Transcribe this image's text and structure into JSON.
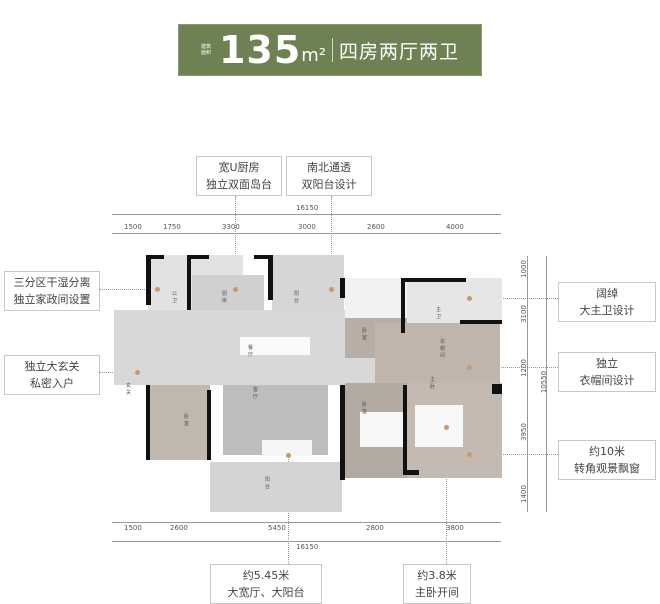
{
  "banner": {
    "area_label": "建筑面积",
    "area": "135",
    "unit": "m²",
    "layout": "四房两厅两卫"
  },
  "callouts": {
    "kitchen": [
      "宽U厨房",
      "独立双面岛台"
    ],
    "balcony_ns": [
      "南北通透",
      "双阳台设计"
    ],
    "dry_wet": [
      "三分区干湿分离",
      "独立家政间设置"
    ],
    "entry": [
      "独立大玄关",
      "私密入户"
    ],
    "master_bath": [
      "阔绰",
      "大主卫设计"
    ],
    "closet": [
      "独立",
      "衣帽间设计"
    ],
    "window": [
      "约10米",
      "转角观景飘窗"
    ],
    "living": [
      "约5.45米",
      "大宽厅、大阳台"
    ],
    "master_bed": [
      "约3.8米",
      "主卧开间"
    ]
  },
  "dimensions": {
    "top_total": "16150",
    "top": [
      "1500",
      "1750",
      "3300",
      "3000",
      "2600",
      "4000"
    ],
    "bottom_total": "16150",
    "bottom": [
      "1500",
      "2600",
      "5450",
      "2800",
      "3800"
    ],
    "right_total": "10550",
    "right": [
      "1000",
      "3100",
      "1200",
      "3950",
      "1400"
    ]
  },
  "rooms": {
    "public_bath": "公卫",
    "kitchen": "厨房",
    "dining_balcony": "阳台",
    "dining": "餐厅",
    "entry": "玄关",
    "bedroom1": "卧室",
    "living": "客厅",
    "balcony": "阳台",
    "bedroom2": "卧室",
    "bedroom3": "卧室",
    "master_bath": "主卫",
    "closet": "衣帽间",
    "master": "主卧"
  }
}
